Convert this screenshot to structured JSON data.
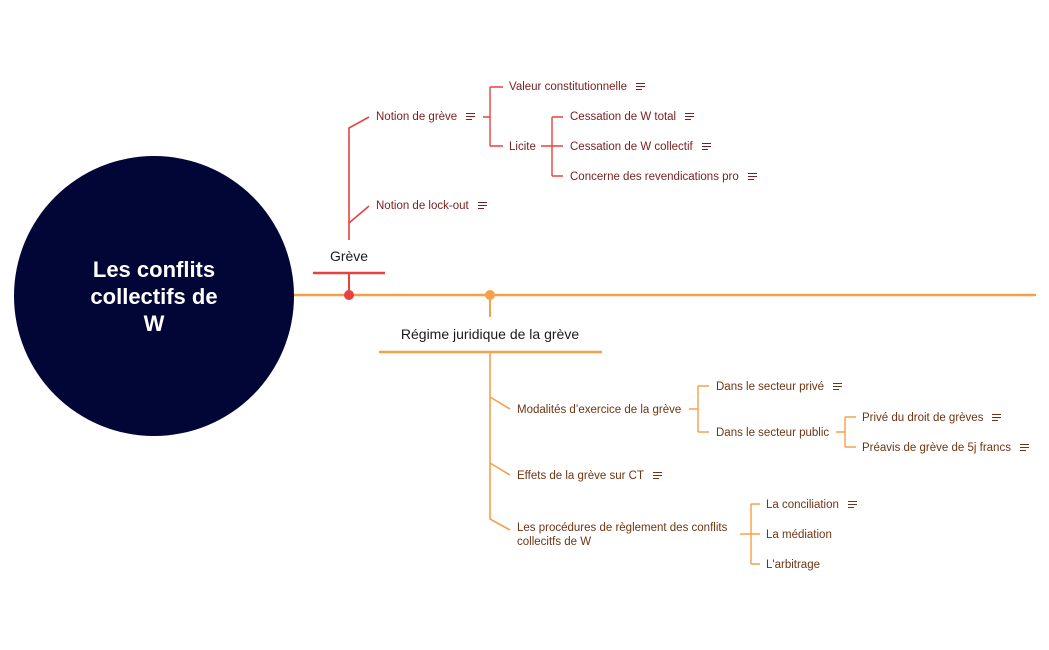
{
  "colors": {
    "root_fill": "#020637",
    "root_text": "#ffffff",
    "branch_red": "#e8423f",
    "branch_orange": "#f5a04a",
    "text_red": "#7a1e1e",
    "text_orange": "#6e3512"
  },
  "central_topic": "Les conflits\ncollectifs de\nW",
  "branches": [
    {
      "title": "Grève",
      "color": "red",
      "children": [
        {
          "label": "Notion de grève",
          "note_icon": true,
          "children": [
            {
              "label": "Valeur constitutionnelle",
              "note_icon": true
            },
            {
              "label": "Licite",
              "note_icon": false,
              "children": [
                {
                  "label": "Cessation de W total",
                  "note_icon": true
                },
                {
                  "label": "Cessation de W collectif",
                  "note_icon": true
                },
                {
                  "label": "Concerne des revendications pro",
                  "note_icon": true
                }
              ]
            }
          ]
        },
        {
          "label": "Notion de lock-out",
          "note_icon": true
        }
      ]
    },
    {
      "title": "Régime juridique de la grève",
      "color": "orange",
      "children": [
        {
          "label": "Modalités d’exercice de la grève",
          "note_icon": false,
          "children": [
            {
              "label": "Dans le secteur privé",
              "note_icon": true
            },
            {
              "label": "Dans le secteur public",
              "note_icon": false,
              "children": [
                {
                  "label": "Privé du droit de grèves",
                  "note_icon": true
                },
                {
                  "label": "Préavis de grève de 5j francs",
                  "note_icon": true
                }
              ]
            }
          ]
        },
        {
          "label": "Effets de la grève sur CT",
          "note_icon": true
        },
        {
          "label": "Les procédures de règlement des conflits\ncollecitfs de W",
          "note_icon": false,
          "children": [
            {
              "label": "La conciliation",
              "note_icon": true
            },
            {
              "label": "La médiation",
              "note_icon": false
            },
            {
              "label": "L'arbitrage",
              "note_icon": false
            }
          ]
        }
      ]
    }
  ]
}
